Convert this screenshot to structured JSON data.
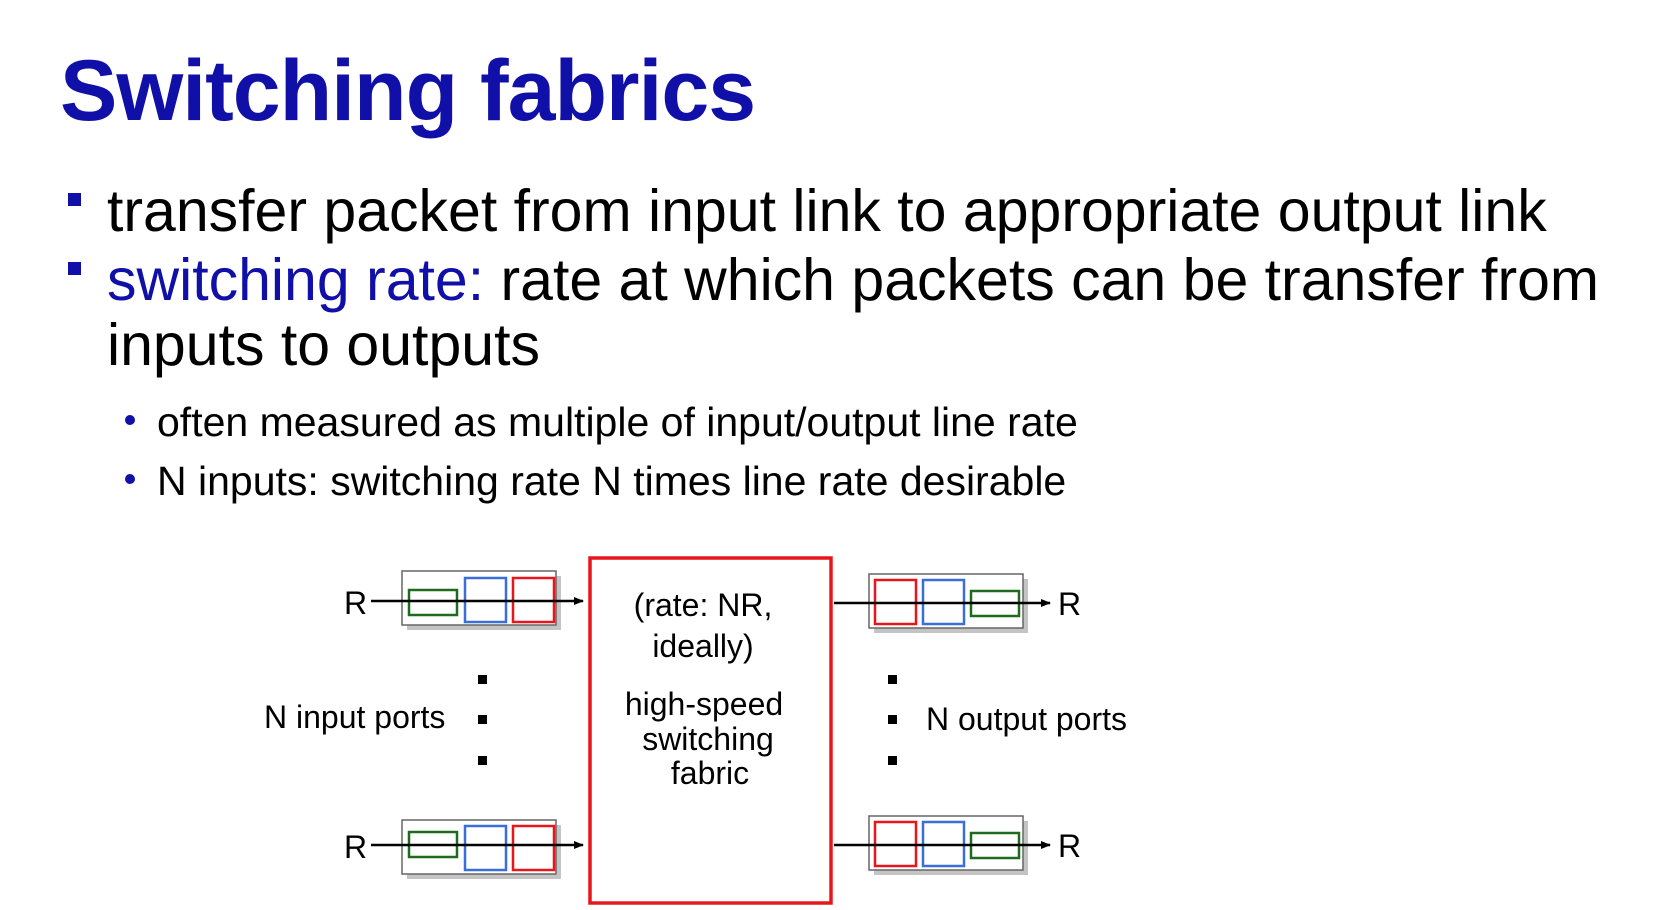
{
  "slide": {
    "title": "Switching fabrics",
    "bullets": [
      {
        "text": "transfer packet from input link to appropriate output link"
      },
      {
        "term": "switching rate:",
        "text_line1": " rate at which packets can be transfer from",
        "text_line2": "inputs to outputs",
        "sub_bullets": [
          "often measured as multiple of input/output line rate",
          "N inputs: switching rate N times line rate desirable"
        ]
      }
    ]
  },
  "diagram": {
    "fabric_text": [
      "(rate: NR,",
      "ideally)",
      "high-speed",
      "switching",
      "fabric"
    ],
    "input_label": "N input ports",
    "output_label": "N output ports",
    "rate_label": "R",
    "colors": {
      "fabric_border": "#e8161b",
      "queue_green": "#1d6b1d",
      "queue_blue": "#3b6fd8",
      "queue_red": "#e8161b",
      "accent": "#1010a8"
    }
  }
}
